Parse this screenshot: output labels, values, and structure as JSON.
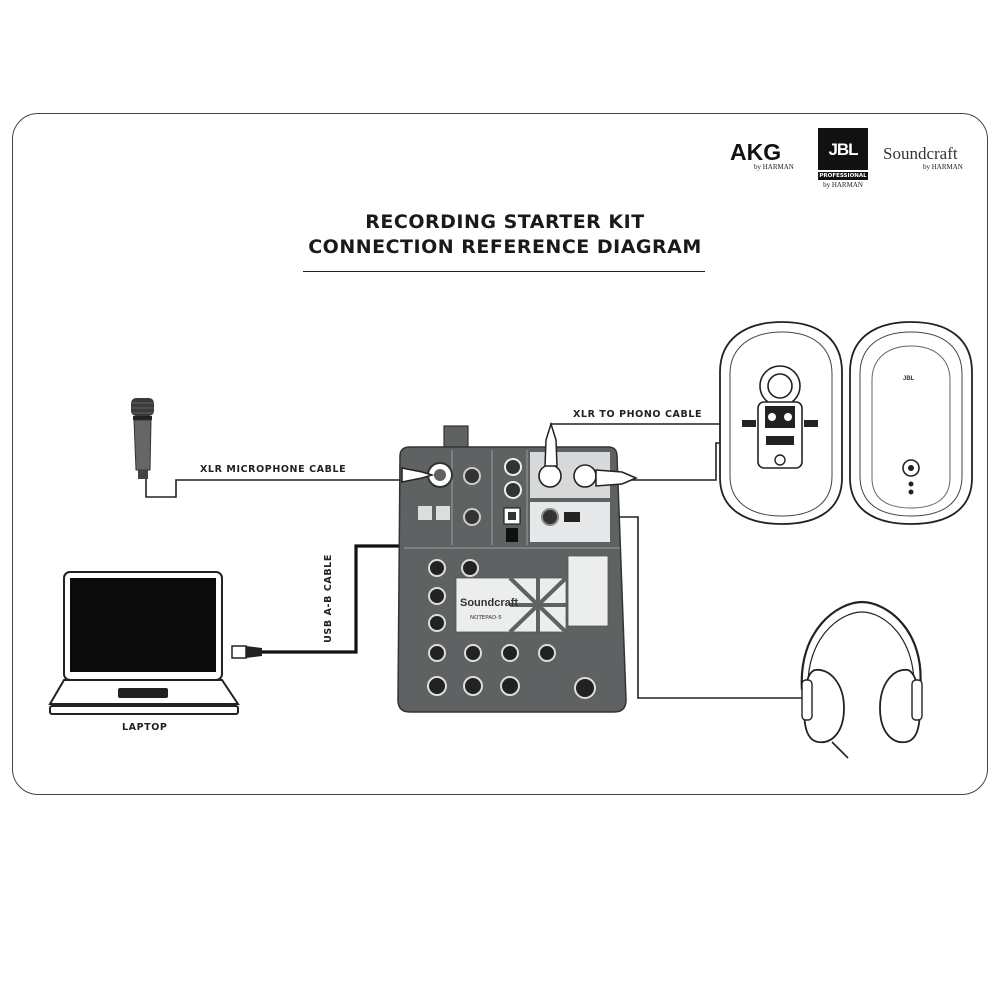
{
  "brands": {
    "akg": {
      "name": "AKG",
      "sub": "by HARMAN"
    },
    "jbl": {
      "name": "JBL",
      "badge": "PROFESSIONAL",
      "sub": "by HARMAN"
    },
    "soundcraft": {
      "name": "Soundcraft",
      "sub": "by HARMAN"
    }
  },
  "title": {
    "line1": "RECORDING STARTER KIT",
    "line2": "CONNECTION REFERENCE DIAGRAM"
  },
  "cables": {
    "xlr_microphone": "XLR MICROPHONE CABLE",
    "xlr_to_phono": "XLR TO PHONO CABLE",
    "usb": "USB A-B CABLE"
  },
  "devices": {
    "laptop": "LAPTOP",
    "mixer_brand": "Soundcraft",
    "mixer_model": "NOTEPAD-5",
    "speaker_logo": "JBL"
  },
  "colors": {
    "mixer_body": "#5e6263",
    "line": "#222222",
    "screen": "#0b0b0b"
  }
}
